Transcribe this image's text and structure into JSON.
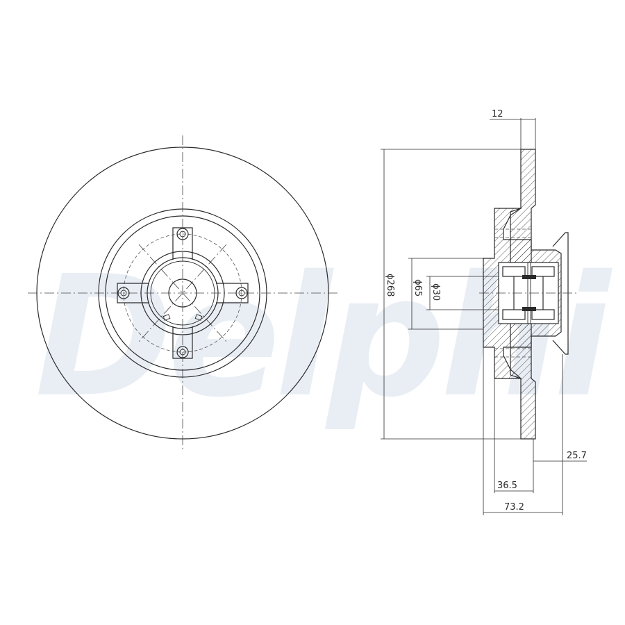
{
  "watermark": {
    "brand": "Delphi",
    "color": "#e9eef5"
  },
  "dimensions": {
    "flange_thickness": "12",
    "outer_diameter": "ϕ268",
    "bore_diameter": "ϕ65",
    "center_diameter": "ϕ30",
    "offset_disc": "25.7",
    "offset_hub": "36.5",
    "total_height": "73.2"
  },
  "colors": {
    "line": "#2a2a2a",
    "background": "#ffffff"
  }
}
